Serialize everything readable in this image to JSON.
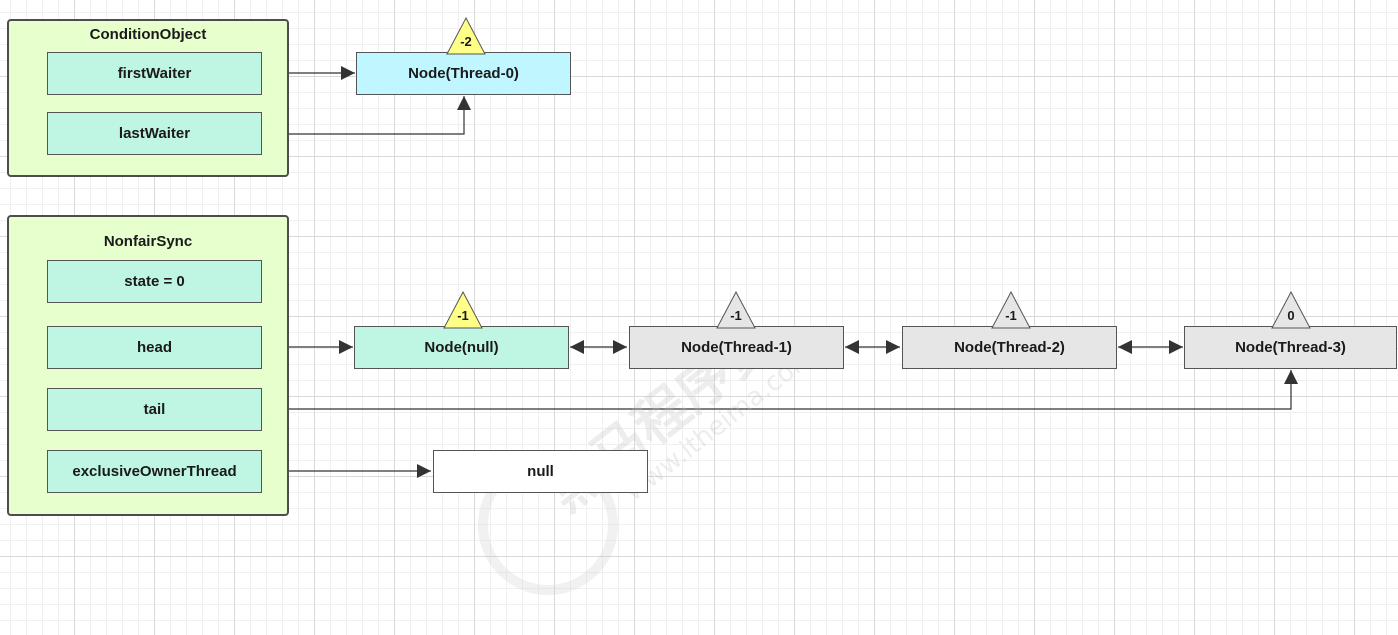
{
  "condition_object": {
    "title": "ConditionObject",
    "fields": {
      "first_waiter": "firstWaiter",
      "last_waiter": "lastWaiter"
    }
  },
  "nonfair_sync": {
    "title": "NonfairSync",
    "fields": {
      "state": "state = 0",
      "head": "head",
      "tail": "tail",
      "exclusive_owner_thread": "exclusiveOwnerThread"
    }
  },
  "nodes": {
    "thread0": {
      "label": "Node(Thread-0)",
      "wait_status": "-2"
    },
    "null_node": {
      "label": "Node(null)",
      "wait_status": "-1"
    },
    "thread1": {
      "label": "Node(Thread-1)",
      "wait_status": "-1"
    },
    "thread2": {
      "label": "Node(Thread-2)",
      "wait_status": "-1"
    },
    "thread3": {
      "label": "Node(Thread-3)",
      "wait_status": "0"
    },
    "owner_null": {
      "label": "null"
    }
  },
  "colors": {
    "group_fill": "#e6ffcc",
    "field_fill": "#bff5e3",
    "node_cyan": "#bff6ff",
    "node_gray": "#e6e6e6",
    "badge_yellow": "#ffff88",
    "badge_gray": "#e6e6e6",
    "line": "#333333"
  },
  "watermark": {
    "text": "黑马程序员",
    "url": "www.itheima.com"
  }
}
